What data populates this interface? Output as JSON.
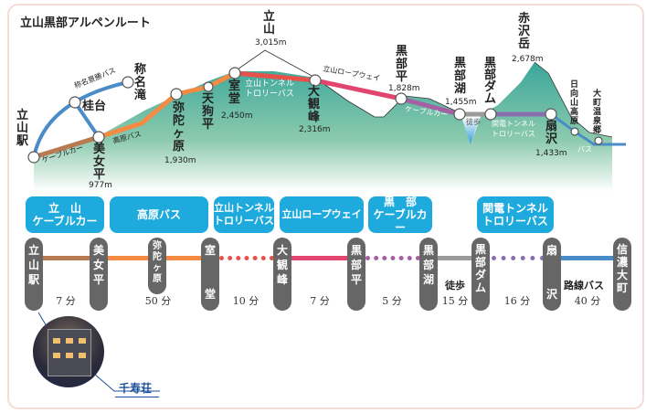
{
  "title": "立山黒部アルペンルート",
  "profile": {
    "stations": [
      {
        "name": "立山駅"
      },
      {
        "name": "美女平",
        "elev": "977m"
      },
      {
        "name": "弥陀ヶ原",
        "elev": "1,930m"
      },
      {
        "name": "天狗平"
      },
      {
        "name": "室堂",
        "elev": "2,450m"
      },
      {
        "name": "大観峰",
        "elev": "2,316m"
      },
      {
        "name": "黒部平",
        "elev": "1,828m"
      },
      {
        "name": "黒部湖",
        "elev": "1,455m"
      },
      {
        "name": "黒部ダム"
      },
      {
        "name": "扇沢",
        "elev": "1,433m"
      },
      {
        "name": "日向山高原"
      },
      {
        "name": "大町温泉郷"
      },
      {
        "name": "称名滝"
      },
      {
        "name": "桂台"
      }
    ],
    "peaks": [
      {
        "name": "立山",
        "elev": "3,015m"
      },
      {
        "name": "赤沢岳",
        "elev": "2,678m"
      }
    ],
    "routes": [
      "称名景勝バス",
      "ケーブルカー",
      "高原バス",
      "立山トンネル\nトロリーバス",
      "立山ロープウェイ",
      "ケーブルカー",
      "徒歩",
      "関電トンネル\nトロリーバス",
      "バス"
    ]
  },
  "headers": [
    "立　山\nケーブルカー",
    "高原バス",
    "立山トンネル\nトロリーバス",
    "立山ロープウェイ",
    "黒　部\nケーブルカー",
    "関電トンネル\nトロリーバス"
  ],
  "stops": [
    "立\n山\n駅",
    "美\n女\n平",
    "弥\n陀\nヶ\n原",
    "室\n\n\n堂",
    "大\n観\n峰",
    "黒\n部\n平",
    "黒\n部\n湖",
    "黒\n部\nダ\nム",
    "扇\n\n\n沢",
    "信\n濃\n大\n町"
  ],
  "times": [
    "7 分",
    "50 分",
    "10 分",
    "7 分",
    "5 分",
    "15 分",
    "16 分",
    "40 分"
  ],
  "modes": {
    "walk": "徒歩",
    "bus": "路線バス"
  },
  "inn": "千寿荘",
  "colors": {
    "cable": "#b87a50",
    "bus": "#f58a42",
    "trolley": "#e8504a",
    "rope": "#e2456e",
    "kcable": "#a65fa3",
    "walk": "#9a9a9a",
    "ktrolley": "#8a6fb0",
    "rbus": "#4a8cc8"
  }
}
